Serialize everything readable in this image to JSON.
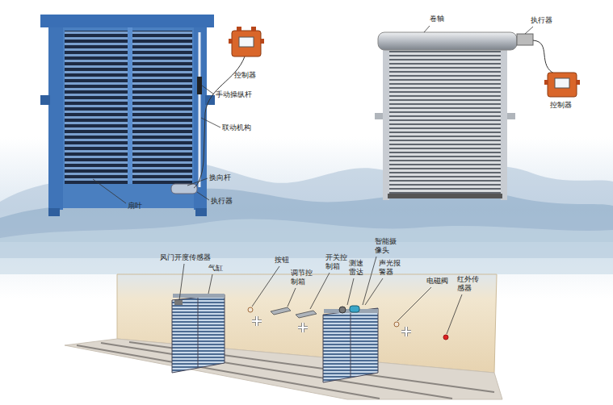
{
  "diagram": {
    "labels": [
      "控制器",
      "手动操纵杆",
      "联动机构",
      "换向杆",
      "执行器",
      "扇叶",
      "卷轴",
      "执行器",
      "控制器",
      "风门开度传感器",
      "气缸",
      "按钮",
      "调节控制箱",
      "开关控制箱",
      "智能摄像头",
      "测速雷达",
      "声光报警器",
      "电磁阀",
      "红外传感器"
    ]
  }
}
